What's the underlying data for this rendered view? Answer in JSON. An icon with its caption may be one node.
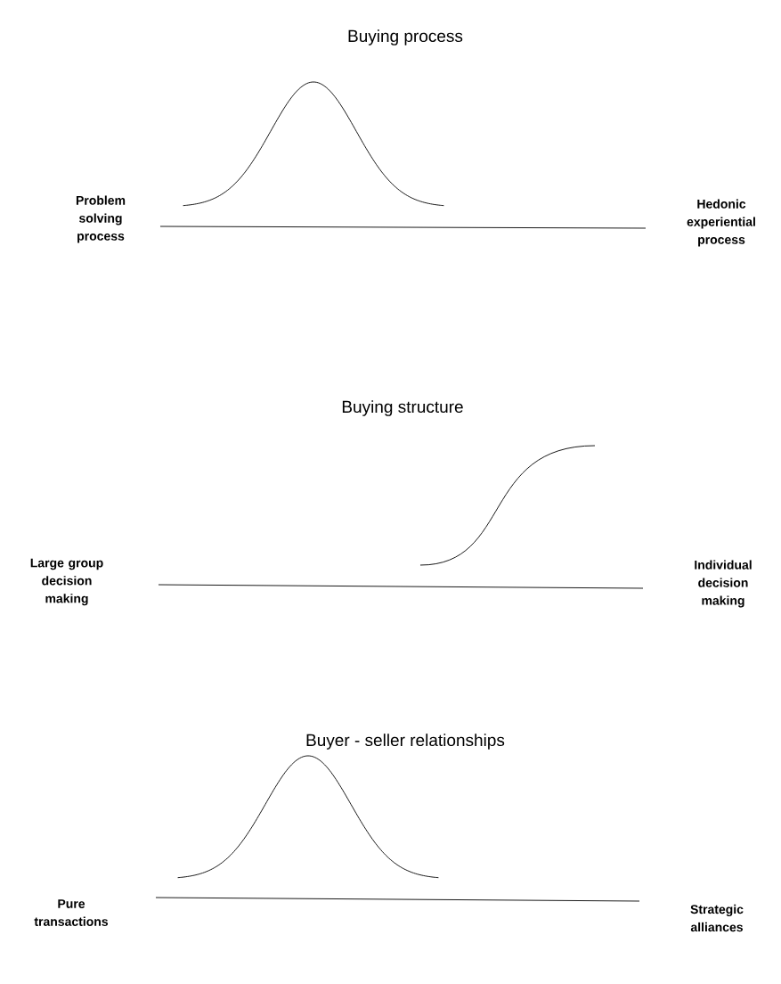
{
  "diagram": {
    "labels": [
      "Buying process",
      "Problem solving process",
      "Hedonic experiential process",
      "Buying structure",
      "Large group decision making",
      "Individual decision making",
      "Buyer - seller relationships",
      "Pure transactions",
      "Strategic alliances"
    ]
  }
}
